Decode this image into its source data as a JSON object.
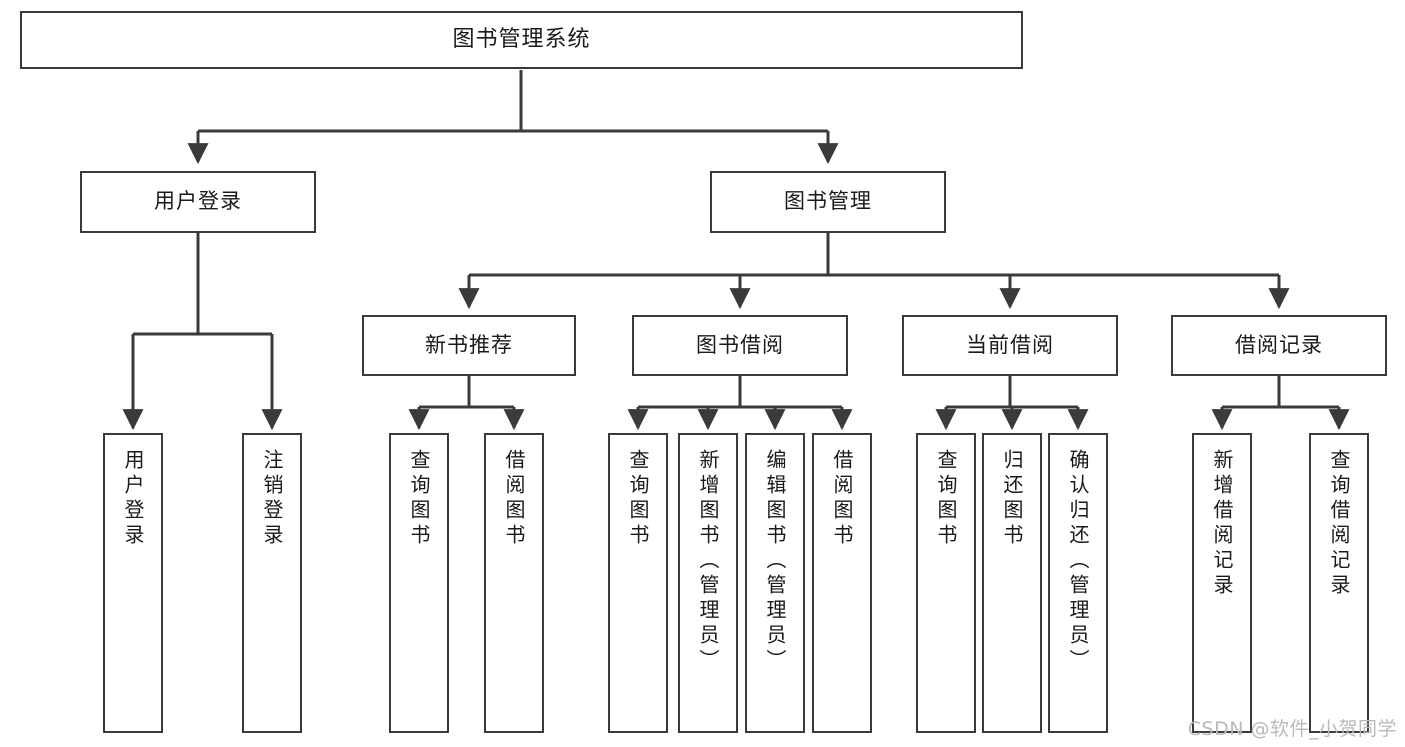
{
  "diagram": {
    "title": "图书管理系统",
    "type": "tree-hierarchy-chart",
    "watermark": "CSDN @软件_小贺同学",
    "colors": {
      "box_border": "#3a3a3a",
      "box_fill": "#ffffff",
      "edge": "#3a3a3a",
      "text": "#1a1a1a",
      "watermark": "#b9b9b9"
    }
  },
  "nodes": {
    "root": {
      "label": "图书管理系统"
    },
    "level2": [
      {
        "id": "user-login",
        "label": "用户登录"
      },
      {
        "id": "book-management",
        "label": "图书管理"
      }
    ],
    "level3": [
      {
        "id": "new-book-recommend",
        "label": "新书推荐"
      },
      {
        "id": "book-borrow",
        "label": "图书借阅"
      },
      {
        "id": "current-borrow",
        "label": "当前借阅"
      },
      {
        "id": "borrow-record",
        "label": "借阅记录"
      }
    ],
    "leaves": {
      "user-login": [
        {
          "id": "leaf-user-login",
          "label": "用户登录"
        },
        {
          "id": "leaf-logout-login",
          "label": "注销登录"
        }
      ],
      "new-book-recommend": [
        {
          "id": "leaf-query-book-1",
          "label": "查询图书"
        },
        {
          "id": "leaf-borrow-book-1",
          "label": "借阅图书"
        }
      ],
      "book-borrow": [
        {
          "id": "leaf-query-book-2",
          "label": "查询图书"
        },
        {
          "id": "leaf-add-book",
          "label": "新增图书（管理员）"
        },
        {
          "id": "leaf-edit-book",
          "label": "编辑图书（管理员）"
        },
        {
          "id": "leaf-borrow-book-2",
          "label": "借阅图书"
        }
      ],
      "current-borrow": [
        {
          "id": "leaf-query-book-3",
          "label": "查询图书"
        },
        {
          "id": "leaf-return-book",
          "label": "归还图书"
        },
        {
          "id": "leaf-confirm-return",
          "label": "确认归还（管理员）"
        }
      ],
      "borrow-record": [
        {
          "id": "leaf-add-record",
          "label": "新增借阅记录"
        },
        {
          "id": "leaf-query-record",
          "label": "查询借阅记录"
        }
      ]
    }
  }
}
